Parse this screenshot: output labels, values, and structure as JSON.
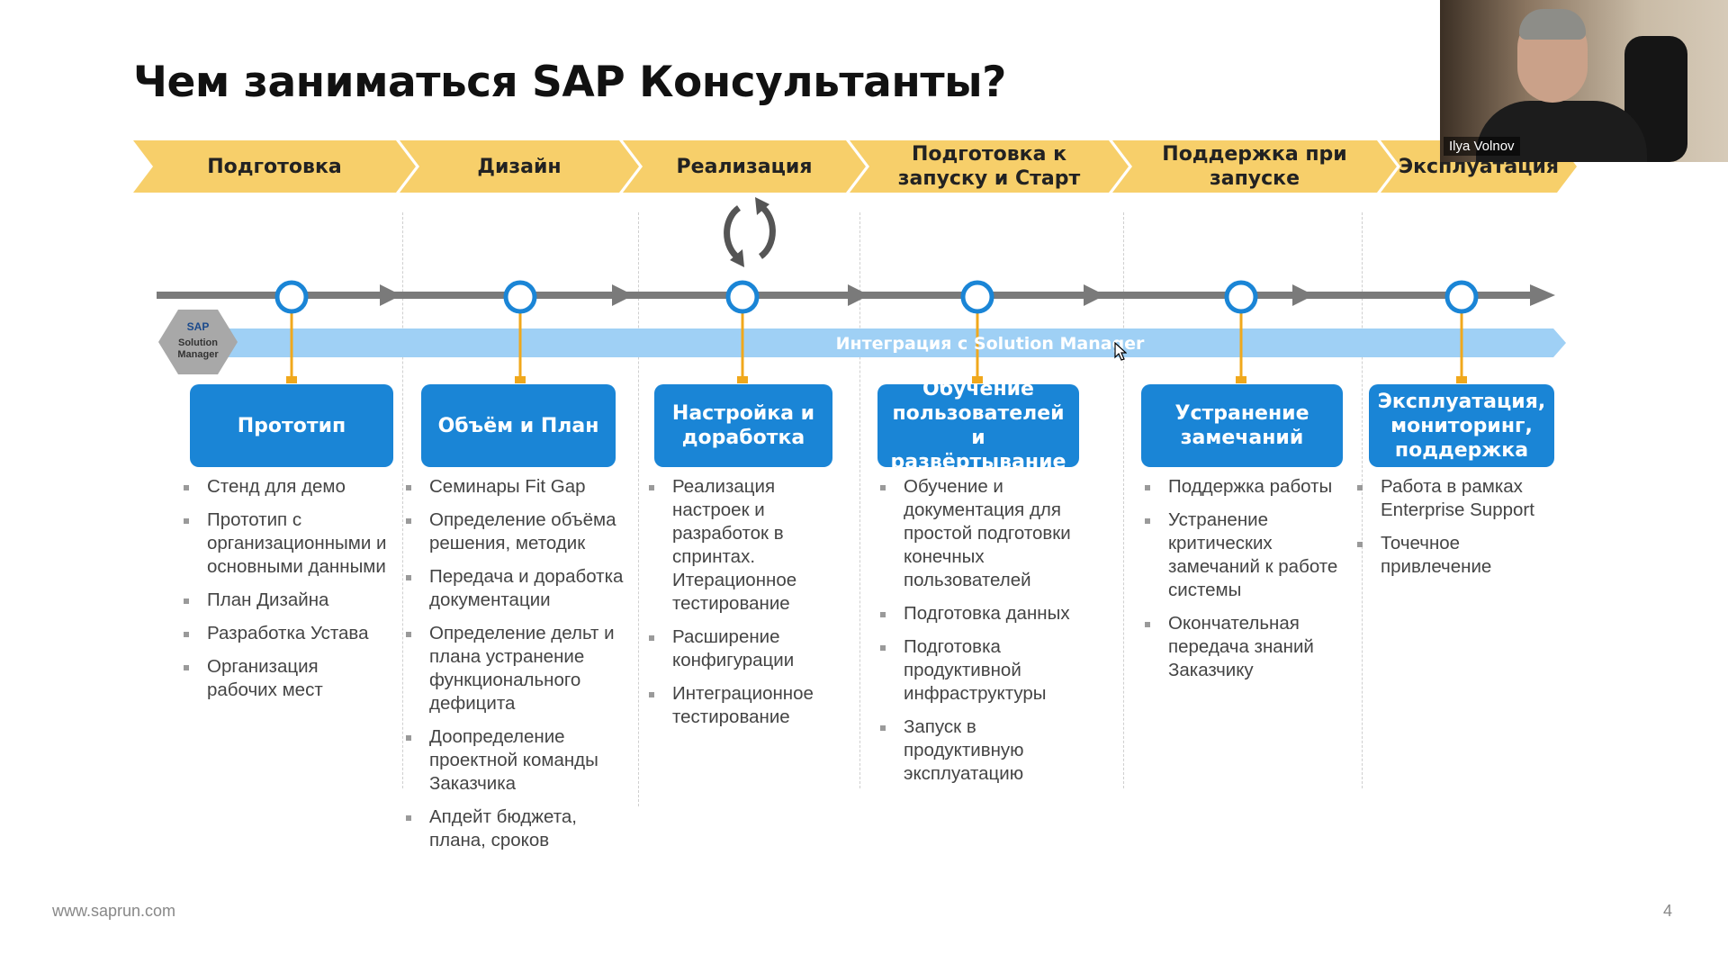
{
  "slide": {
    "title": "Чем заниматься SAP Консультанты?",
    "footer": "www.saprun.com",
    "page_number": "4"
  },
  "phases": [
    {
      "label": "Подготовка"
    },
    {
      "label": "Дизайн"
    },
    {
      "label": "Реализация"
    },
    {
      "label": "Подготовка к запуску и Старт"
    },
    {
      "label": "Поддержка при запуске"
    },
    {
      "label": "Эксплуатация"
    }
  ],
  "solution_manager": {
    "logo_text": "SAP",
    "logo_subtext": "Solution Manager",
    "integration_label": "Интеграция с Solution Manager"
  },
  "columns": [
    {
      "box": "Прототип",
      "items": [
        "Стенд для демо",
        "Прототип с организационными и основными данными",
        "План Дизайна",
        "Разработка Устава",
        "Организация рабочих мест"
      ]
    },
    {
      "box": "Объём и План",
      "items": [
        "Семинары Fit Gap",
        "Определение объёма решения, методик",
        "Передача и доработка документации",
        "Определение дельт и плана устранение функционального дефицита",
        "Доопределение проектной команды Заказчика",
        "Апдейт бюджета, плана, сроков"
      ]
    },
    {
      "box": "Настройка и доработка",
      "items": [
        "Реализация настроек и разработок в спринтах. Итерационное тестирование",
        "Расширение конфигурации",
        "Интеграционное тестирование"
      ]
    },
    {
      "box": "Обучение пользователей и развёртывание",
      "items": [
        "Обучение и документация для простой подготовки конечных пользователей",
        "Подготовка данных",
        "Подготовка продуктивной инфраструктуры",
        "Запуск в продуктивную эксплуатацию"
      ]
    },
    {
      "box": "Устранение замечаний",
      "items": [
        "Поддержка работы",
        "Устранение критических замечаний к работе системы",
        "Окончательная передача знаний Заказчику"
      ]
    },
    {
      "box": "Эксплуатация, мониторинг, поддержка",
      "items": [
        "Работа в рамках Enterprise Support",
        "Точечное привлечение"
      ]
    }
  ],
  "webcam": {
    "participant_name": "Ilya Volnov"
  },
  "colors": {
    "phase_band": "#f7cf6a",
    "box_blue": "#1a85d6",
    "integration_band": "#9fd0f5",
    "timeline_grey": "#7a7a7a",
    "connector_orange": "#f0a81c"
  }
}
